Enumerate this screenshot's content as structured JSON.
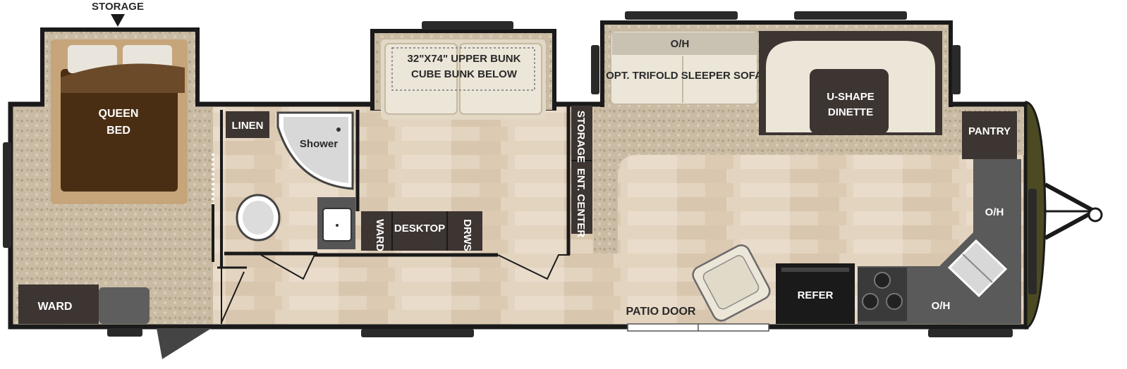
{
  "labels": {
    "storage_top": "STORAGE",
    "queen_bed_1": "QUEEN",
    "queen_bed_2": "BED",
    "ward_left": "WARD",
    "linen": "LINEN",
    "shower": "Shower",
    "bunk_1": "32\"X74\" UPPER BUNK",
    "bunk_2": "CUBE BUNK BELOW",
    "ward_center": "WARD",
    "desktop": "DESKTOP",
    "drws": "DRWS",
    "storage_vertical": "STORAGE",
    "ent_center": "ENT. CENTER",
    "oh_sofa": "O/H",
    "sofa": "OPT. TRIFOLD SLEEPER SOFA",
    "dinette_1": "U-SHAPE",
    "dinette_2": "DINETTE",
    "pantry": "PANTRY",
    "oh_right": "O/H",
    "oh_kitchen": "O/H",
    "refer": "REFER",
    "patio_door": "PATIO DOOR"
  },
  "colors": {
    "wall": "#1a1a1a",
    "carpet": "#c8b9a0",
    "wood": "#e2d2bd",
    "dark_cabinet": "#3d3532",
    "bed": "#4a2e14",
    "counter": "#5a5a5a",
    "sofa": "#ece6d9",
    "hitch_trim": "#4b4a22"
  }
}
